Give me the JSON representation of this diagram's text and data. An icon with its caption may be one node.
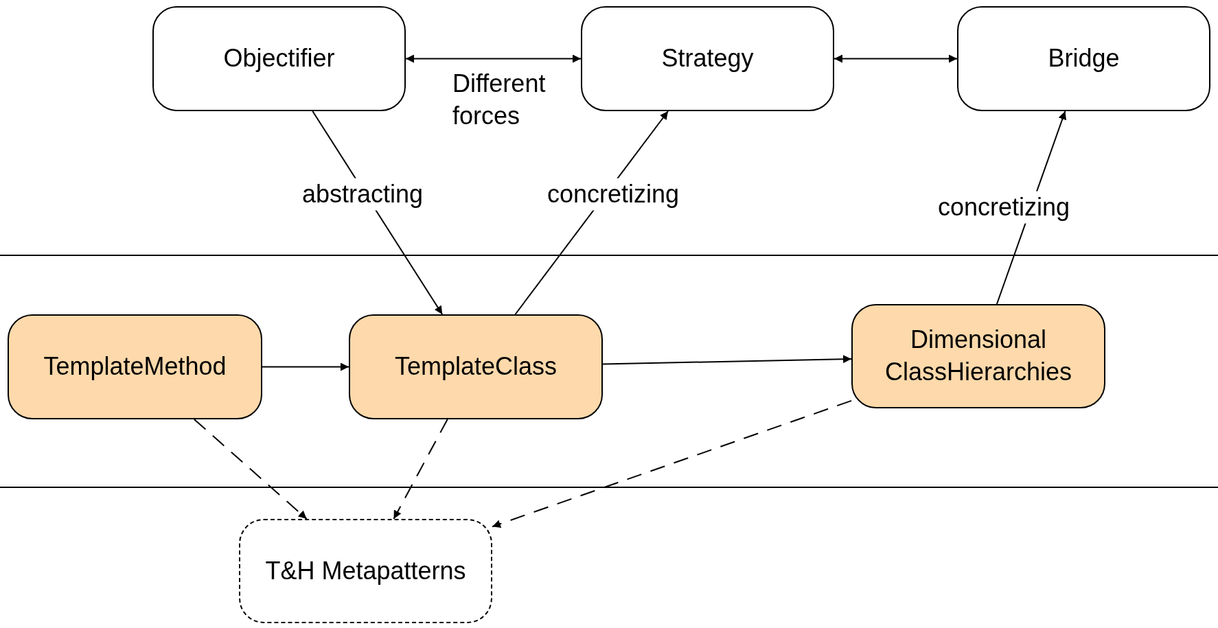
{
  "diagram": {
    "nodes": [
      {
        "text": [
          "Objectifier"
        ]
      },
      {
        "text": [
          "Strategy"
        ]
      },
      {
        "text": [
          "Bridge"
        ]
      },
      {
        "text": [
          "TemplateMethod"
        ]
      },
      {
        "text": [
          "TemplateClass"
        ]
      },
      {
        "text": [
          "Dimensional ClassHierarchies"
        ]
      },
      {
        "text": [
          "T&H Metapatterns"
        ]
      }
    ],
    "edges": [
      {
        "from": 0,
        "to": 1,
        "arrow": "both",
        "label": "Different forces"
      },
      {
        "from": 1,
        "to": 2,
        "arrow": "both"
      },
      {
        "from": 0,
        "to": 4,
        "arrow": "to",
        "label": "abstracting"
      },
      {
        "from": 4,
        "to": 1,
        "arrow": "to",
        "label": "concretizing"
      },
      {
        "from": 5,
        "to": 2,
        "arrow": "to",
        "label": "concretizing"
      },
      {
        "from": 3,
        "to": 4,
        "arrow": "to"
      },
      {
        "from": 4,
        "to": 5,
        "arrow": "to"
      },
      {
        "from": 3,
        "to": 6,
        "arrow": "to",
        "style": "dashed"
      },
      {
        "from": 4,
        "to": 6,
        "arrow": "to",
        "style": "dashed"
      },
      {
        "from": 5,
        "to": 6,
        "arrow": "to",
        "style": "dashed"
      }
    ]
  }
}
